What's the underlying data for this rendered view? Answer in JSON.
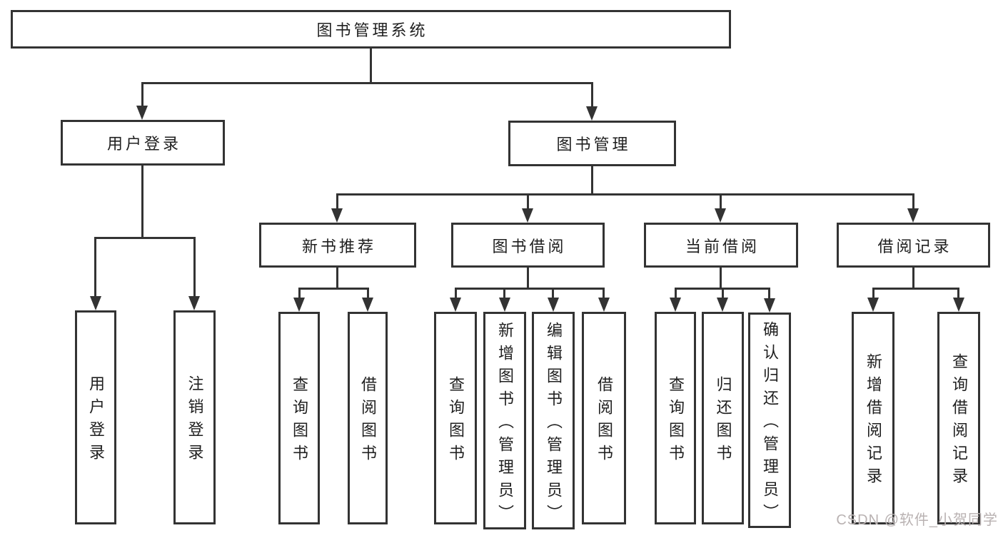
{
  "diagram": {
    "root": {
      "label": "图书管理系统"
    },
    "branches": [
      {
        "label": "用户登录",
        "children": [
          {
            "label": "用户登录"
          },
          {
            "label": "注销登录"
          }
        ]
      },
      {
        "label": "图书管理",
        "children": [
          {
            "label": "新书推荐",
            "children": [
              {
                "label": "查询图书"
              },
              {
                "label": "借阅图书"
              }
            ]
          },
          {
            "label": "图书借阅",
            "children": [
              {
                "label": "查询图书"
              },
              {
                "label": "新增图书（管理员）"
              },
              {
                "label": "编辑图书（管理员）"
              },
              {
                "label": "借阅图书"
              }
            ]
          },
          {
            "label": "当前借阅",
            "children": [
              {
                "label": "查询图书"
              },
              {
                "label": "归还图书"
              },
              {
                "label": "确认归还（管理员）"
              }
            ]
          },
          {
            "label": "借阅记录",
            "children": [
              {
                "label": "新增借阅记录"
              },
              {
                "label": "查询借阅记录"
              }
            ]
          }
        ]
      }
    ]
  },
  "watermark": {
    "text": "CSDN @软件_小贺同学"
  },
  "colors": {
    "line": "#333333",
    "text": "#1f1f1f",
    "watermark": "#b9b2b2",
    "background": "#ffffff"
  }
}
